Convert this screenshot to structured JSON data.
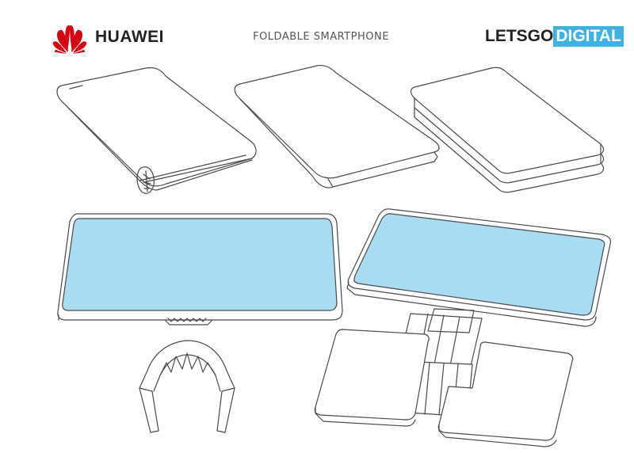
{
  "header": {
    "brand_name": "HUAWEI",
    "title": "FOLDABLE SMARTPHONE",
    "source_part1": "LETSGO",
    "source_part2": "DIGITAL"
  },
  "colors": {
    "huawei_red": "#d7000f",
    "screen_blue": "#a7dcf2",
    "letsgo_blue": "#3db2e3",
    "line": "#4a4a4a"
  },
  "icons": [
    "huawei-petal-logo"
  ]
}
